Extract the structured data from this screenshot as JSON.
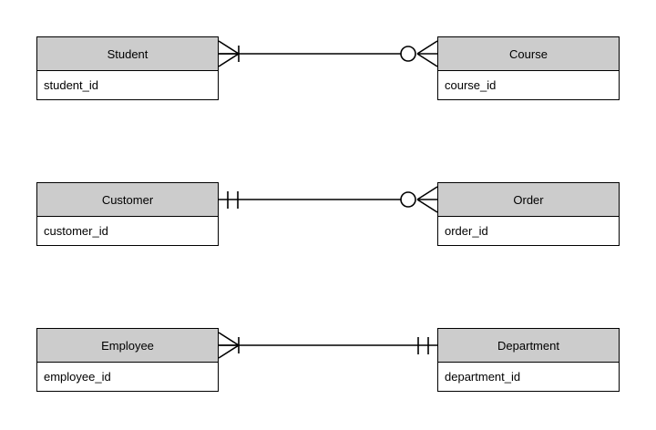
{
  "diagram": {
    "type": "entity-relationship-diagram",
    "notation": "crow's foot",
    "background_color": "#ffffff",
    "entity_header_color": "#cccccc",
    "entity_body_color": "#ffffff",
    "line_color": "#000000",
    "relationships": [
      {
        "id": "student-course",
        "left_entity": {
          "name": "Student",
          "attributes": [
            "student_id"
          ],
          "cardinality": "one-or-many"
        },
        "right_entity": {
          "name": "Course",
          "attributes": [
            "course_id"
          ],
          "cardinality": "zero-or-many"
        }
      },
      {
        "id": "customer-order",
        "left_entity": {
          "name": "Customer",
          "attributes": [
            "customer_id"
          ],
          "cardinality": "exactly-one"
        },
        "right_entity": {
          "name": "Order",
          "attributes": [
            "order_id"
          ],
          "cardinality": "zero-or-many"
        }
      },
      {
        "id": "employee-department",
        "left_entity": {
          "name": "Employee",
          "attributes": [
            "employee_id"
          ],
          "cardinality": "one-or-many"
        },
        "right_entity": {
          "name": "Department",
          "attributes": [
            "department_id"
          ],
          "cardinality": "exactly-one"
        }
      }
    ]
  }
}
